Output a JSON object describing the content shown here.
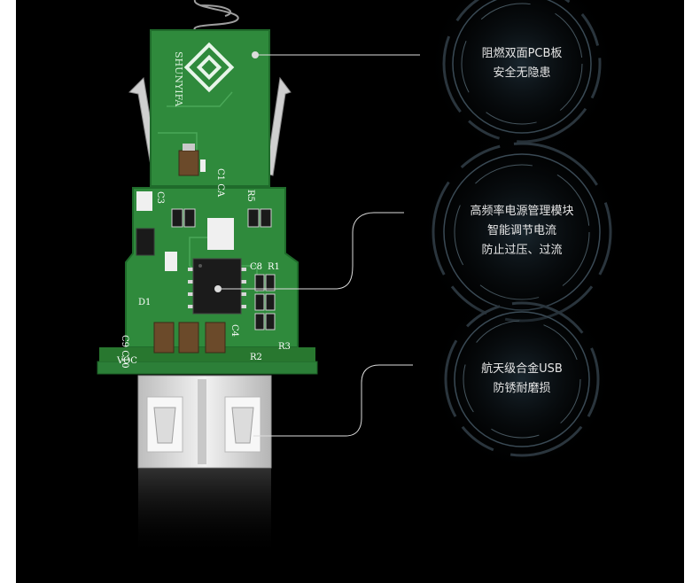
{
  "board": {
    "brand": "SHUNYIFA",
    "component_labels": {
      "c1_ca": "C1 CA",
      "c3": "C3",
      "r5": "R5",
      "c8": "C8",
      "r1": "R1",
      "d1": "D1",
      "c9_c10": "C9 C10",
      "c4": "C4",
      "voc": "VOC",
      "r2": "R2",
      "r3": "R3"
    }
  },
  "features": [
    {
      "lines": [
        "阻燃双面PCB板",
        "安全无隐患"
      ]
    },
    {
      "lines": [
        "高频率电源管理模块",
        "智能调节电流",
        "防止过压、过流"
      ]
    },
    {
      "lines": [
        "航天级合金USB",
        "防锈耐磨损"
      ]
    }
  ],
  "colors": {
    "background": "#000000",
    "pcb_green": "#2f8a3c",
    "pcb_dark": "#1f6b2b",
    "callout_line": "#dcdcdc",
    "text": "#e6e6e6"
  }
}
